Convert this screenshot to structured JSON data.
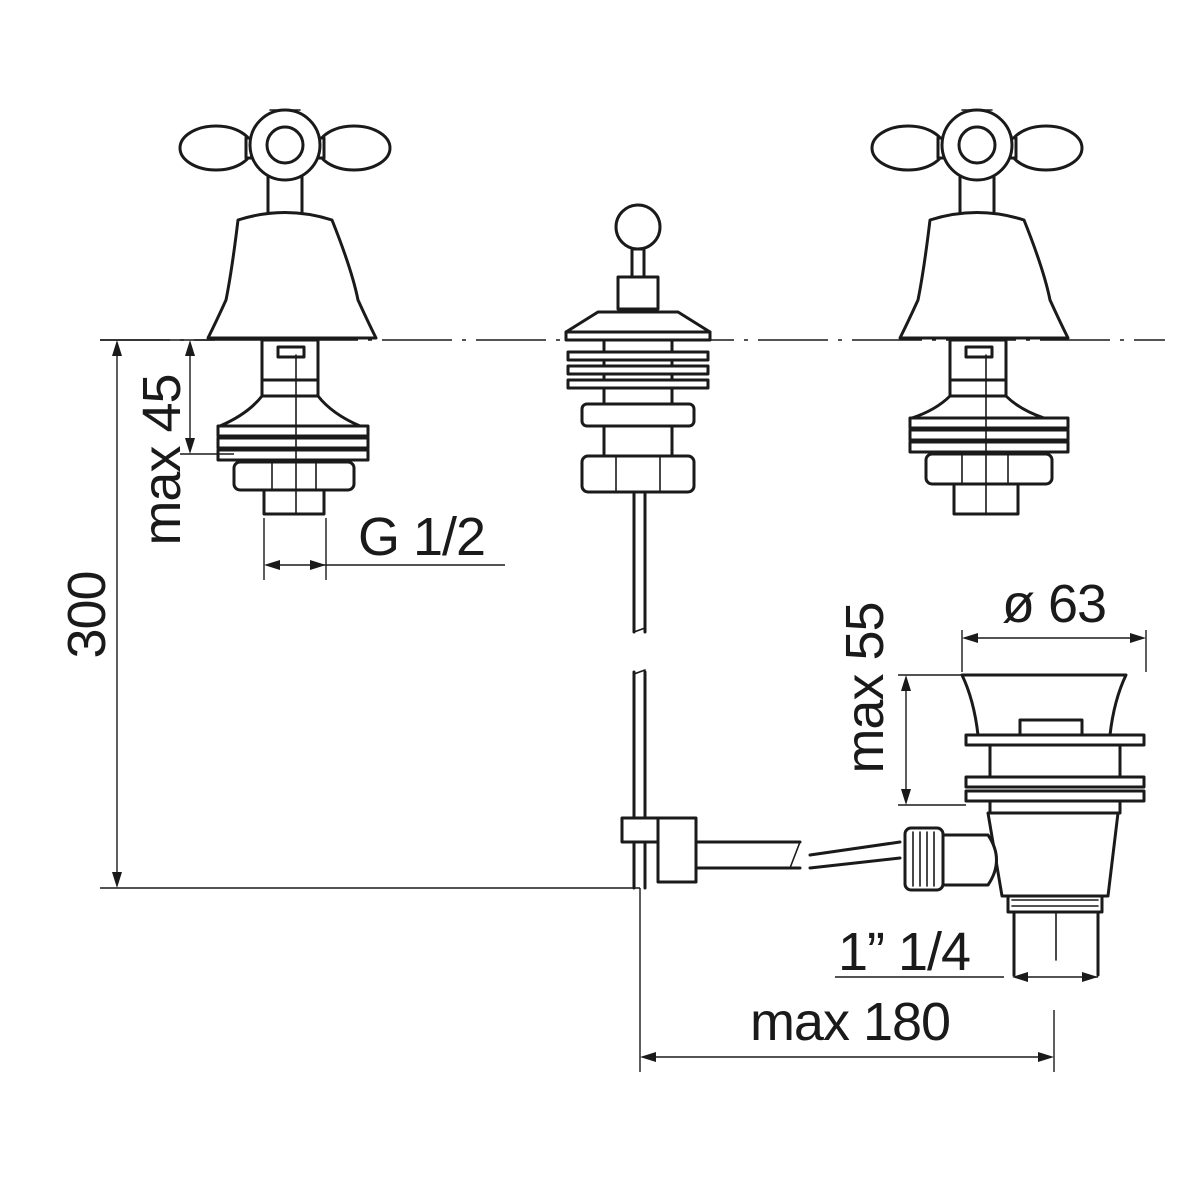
{
  "colors": {
    "line": "#1a1a1a",
    "background": "#ffffff"
  },
  "dimensions": {
    "tap_height": "max 45",
    "thread": "G 1/2",
    "total_height": "300",
    "waste_height": "max 55",
    "waste_diameter": "ø 63",
    "waste_thread": "1” 1/4",
    "horizontal_reach": "max 180"
  }
}
